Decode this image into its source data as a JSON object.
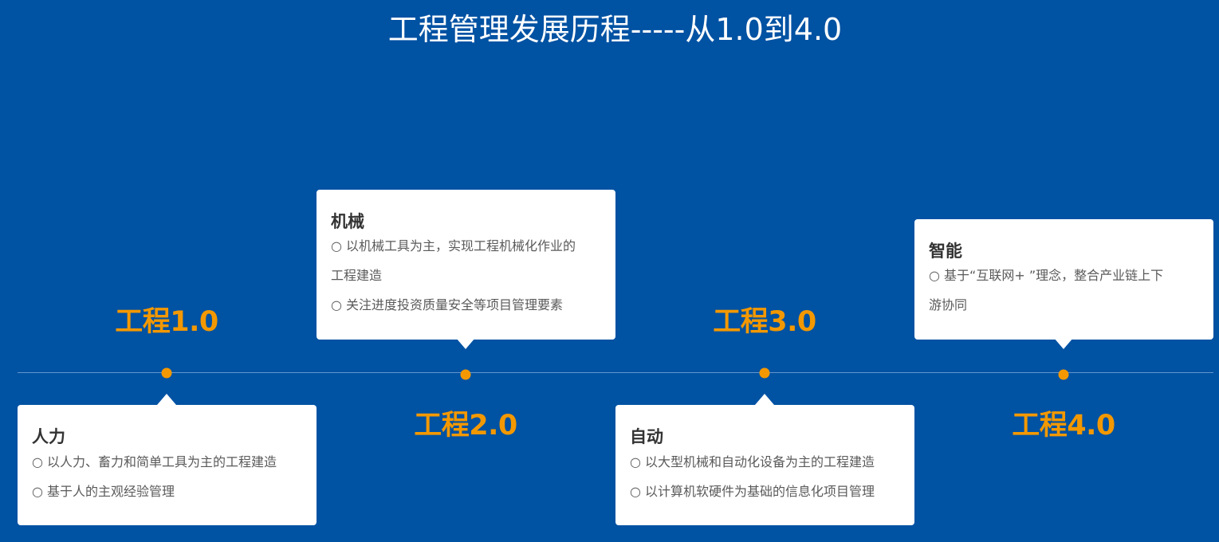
{
  "title": "工程管理发展历程-----从1.0到4.0",
  "stages": [
    {
      "label": "工程1.0",
      "card_title": "人力",
      "items": [
        "○ 以人力、畜力和简单工具为主的工程建造",
        "○ 基于人的主观经验管理"
      ]
    },
    {
      "label": "工程2.0",
      "card_title": "机械",
      "items": [
        "○ 以机械工具为主，实现工程机械化作业的",
        "工程建造",
        "○ 关注进度投资质量安全等项目管理要素"
      ]
    },
    {
      "label": "工程3.0",
      "card_title": "自动",
      "items": [
        "○ 以大型机械和自动化设备为主的工程建造",
        "○ 以计算机软硬件为基础的信息化项目管理"
      ]
    },
    {
      "label": "工程4.0",
      "card_title": "智能",
      "items": [
        "○ 基于“互联网+ ”理念，整合产业链上下",
        "游协同"
      ]
    }
  ],
  "colors": {
    "background": "#0052a3",
    "accent": "#f39800",
    "card": "#ffffff"
  }
}
